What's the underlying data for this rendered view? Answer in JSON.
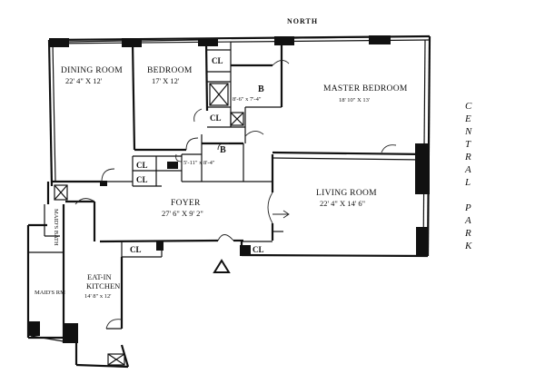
{
  "compass": {
    "north": "NORTH"
  },
  "rooms": {
    "dining": {
      "name": "DINING ROOM",
      "dims": "22' 4\" X 12'"
    },
    "bedroom": {
      "name": "BEDROOM",
      "dims": "17' X 12'"
    },
    "master": {
      "name": "MASTER BEDROOM",
      "dims": "18' 10\" X 13'"
    },
    "living": {
      "name": "LIVING ROOM",
      "dims": "22' 4\" X 14' 6\""
    },
    "foyer": {
      "name": "FOYER",
      "dims": "27' 6\" X 9' 2\""
    },
    "kitchen": {
      "name_line1": "EAT-IN",
      "name_line2": "KITCHEN",
      "dims": "14' 8\" x 12'"
    },
    "maids_rm": {
      "name": "MAID'S RM"
    },
    "maids_bath": {
      "name": "MAID'S BATH"
    }
  },
  "baths": {
    "bath1": {
      "label": "B",
      "dims": "8'-6\" x 7'-4\""
    },
    "bath2": {
      "label": "B",
      "dims": "5'-11\" x 8'-4\""
    }
  },
  "closet_label": "CL",
  "street": {
    "letters_1": [
      "C",
      "E",
      "N",
      "T",
      "R",
      "A",
      "L"
    ],
    "letters_2": [
      "P",
      "A",
      "R",
      "K"
    ]
  }
}
